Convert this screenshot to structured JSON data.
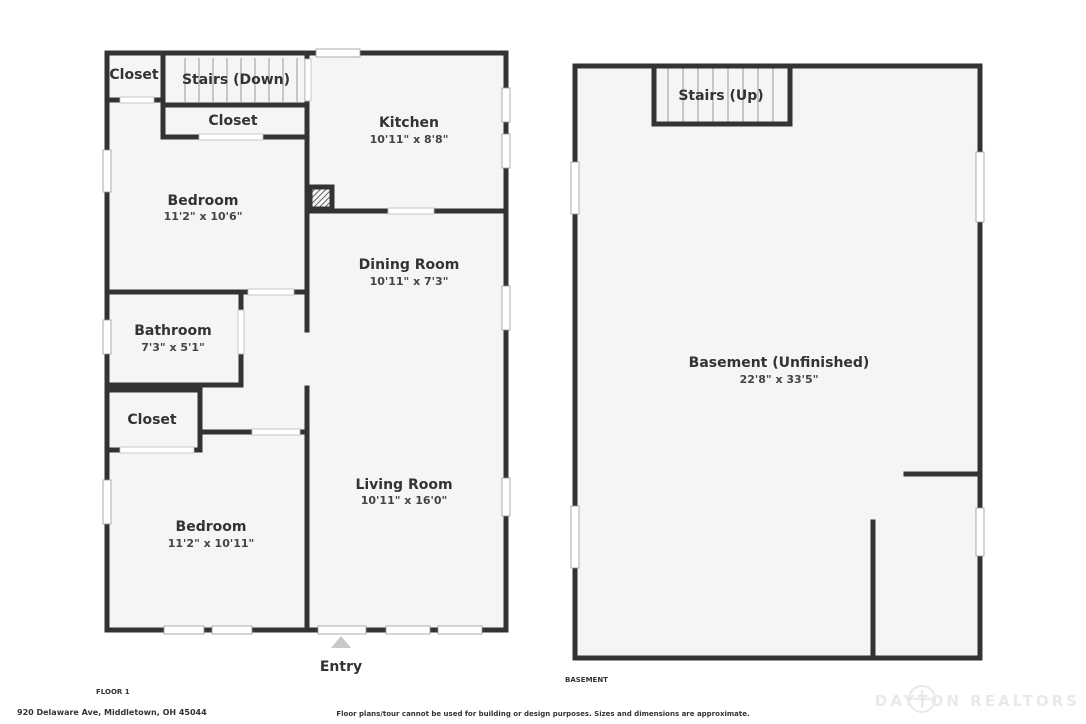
{
  "floor1": {
    "label": "FLOOR 1",
    "rooms": {
      "closet_top_left": {
        "name": "Closet"
      },
      "stairs_down": {
        "name": "Stairs (Down)"
      },
      "closet_mid": {
        "name": "Closet"
      },
      "kitchen": {
        "name": "Kitchen",
        "dims": "10'11\" x 8'8\""
      },
      "bedroom1": {
        "name": "Bedroom",
        "dims": "11'2\" x 10'6\""
      },
      "dining": {
        "name": "Dining Room",
        "dims": "10'11\" x 7'3\""
      },
      "bathroom": {
        "name": "Bathroom",
        "dims": "7'3\" x 5'1\""
      },
      "closet_lower": {
        "name": "Closet"
      },
      "living": {
        "name": "Living Room",
        "dims": "10'11\" x 16'0\""
      },
      "bedroom2": {
        "name": "Bedroom",
        "dims": "11'2\" x 10'11\""
      }
    },
    "entry": "Entry"
  },
  "basement": {
    "label": "BASEMENT",
    "rooms": {
      "stairs_up": {
        "name": "Stairs (Up)"
      },
      "main": {
        "name": "Basement (Unfinished)",
        "dims": "22'8\" x 33'5\""
      }
    }
  },
  "footer": {
    "address": "920 Delaware Ave, Middletown, OH 45044",
    "disclaimer": "Floor plans/tour cannot be used for building or design purposes. Sizes and dimensions are approximate.",
    "logo": "DAYTON REALTORS"
  },
  "colors": {
    "wall": "#333333",
    "floor": "#f5f5f5",
    "window": "#ffffff"
  }
}
